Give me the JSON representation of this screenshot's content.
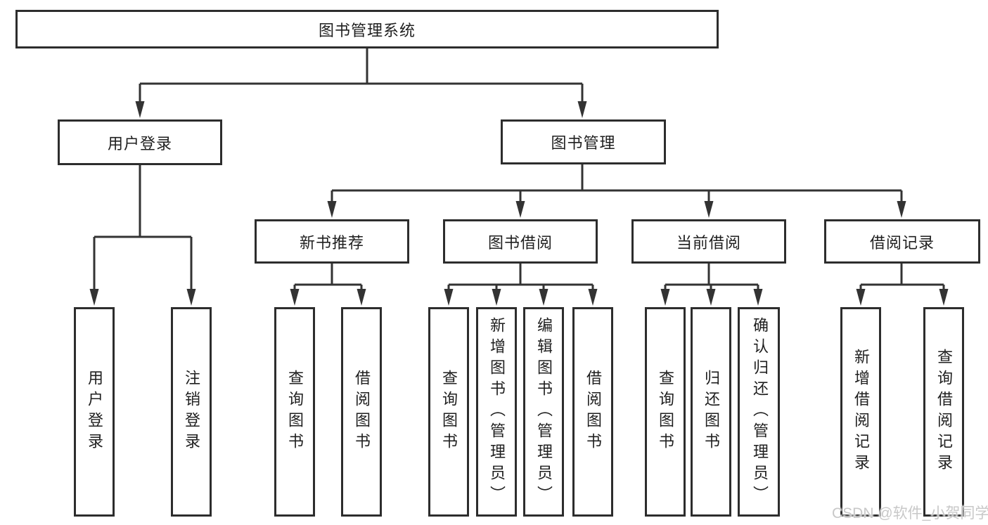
{
  "diagram": {
    "root": {
      "label": "图书管理系统"
    },
    "level2": [
      {
        "label": "用户登录"
      },
      {
        "label": "图书管理"
      }
    ],
    "level3": [
      {
        "label": "新书推荐"
      },
      {
        "label": "图书借阅"
      },
      {
        "label": "当前借阅"
      },
      {
        "label": "借阅记录"
      }
    ],
    "leaves": {
      "user_login": [
        "用户登录",
        "注销登录"
      ],
      "new_book": [
        "查询图书",
        "借阅图书"
      ],
      "book_borrow": [
        "查询图书",
        "新增图书（管理员）",
        "编辑图书（管理员）",
        "借阅图书"
      ],
      "current_borrow": [
        "查询图书",
        "归还图书",
        "确认归还（管理员）"
      ],
      "records": [
        "新增借阅记录",
        "查询借阅记录"
      ]
    }
  },
  "watermark": {
    "text": "CSDN @软件_小贺同学"
  },
  "colors": {
    "line": "#333333",
    "box_border": "#2d2d2d",
    "text": "#1f1f1f",
    "watermark": "#c8c8c8",
    "background": "#ffffff"
  }
}
